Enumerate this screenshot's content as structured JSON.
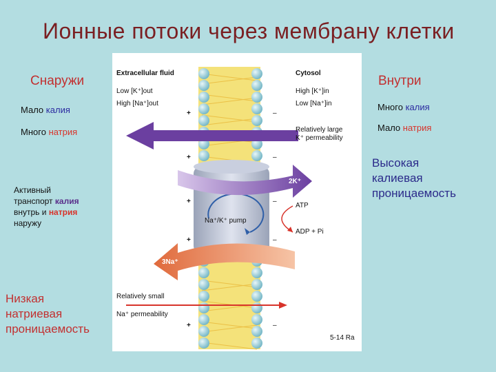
{
  "slide": {
    "title": "Ионные потоки через мембрану клетки",
    "outside_header": "Снаружи",
    "inside_header": "Внутри",
    "outside_low_k_prefix": "Мало",
    "outside_low_k_word": "калия",
    "outside_high_na_prefix": "Много",
    "outside_high_na_word": "натрия",
    "inside_high_k_prefix": "Много",
    "inside_high_k_word": "калия",
    "inside_low_na_prefix": "Мало",
    "inside_low_na_word": "натрия",
    "active_transport": {
      "line1": "Активный",
      "line2": "транспорт",
      "k_word": "калия",
      "line3": "внутрь и",
      "na_word": "натрия",
      "line4": "наружу"
    },
    "high_k_perm": [
      "Высокая",
      "калиевая",
      "проницаемость"
    ],
    "low_na_perm": [
      "Низкая",
      "натриевая",
      "проницаемость"
    ]
  },
  "figure": {
    "extracellular_title": "Extracellular fluid",
    "cytosol_title": "Cytosol",
    "ext_line1": "Low  [K⁺]out",
    "ext_line2": "High [Na⁺]out",
    "cyt_line1": "High [K⁺]in",
    "cyt_line2": "Low  [Na⁺]in",
    "large_k_perm": [
      "Relatively large",
      "K⁺ permeability"
    ],
    "small_na_perm": [
      "Relatively small",
      "Na⁺ permeability"
    ],
    "pump_label": "Na⁺/K⁺ pump",
    "k_arrow_label": "2K⁺",
    "na_arrow_label": "3Na⁺",
    "atp_label": "ATP",
    "adp_label": "ADP + Pi",
    "plus": "+",
    "minus": "–",
    "figure_ref": "5-14 Ra",
    "colors": {
      "k_arrow": "#6b3fa0",
      "na_arrow": "#e06a3c",
      "membrane_head": "#9fd2dc",
      "membrane_tail": "#f2dc6a"
    }
  }
}
